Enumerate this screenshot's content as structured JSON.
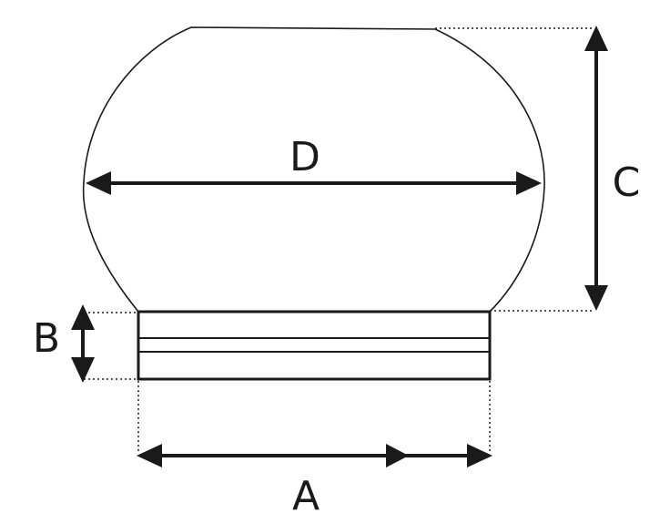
{
  "labels": {
    "a": "A",
    "b": "B",
    "c": "C",
    "d": "D"
  },
  "colors": {
    "ink": "#1a1a1a",
    "background": "#ffffff"
  }
}
